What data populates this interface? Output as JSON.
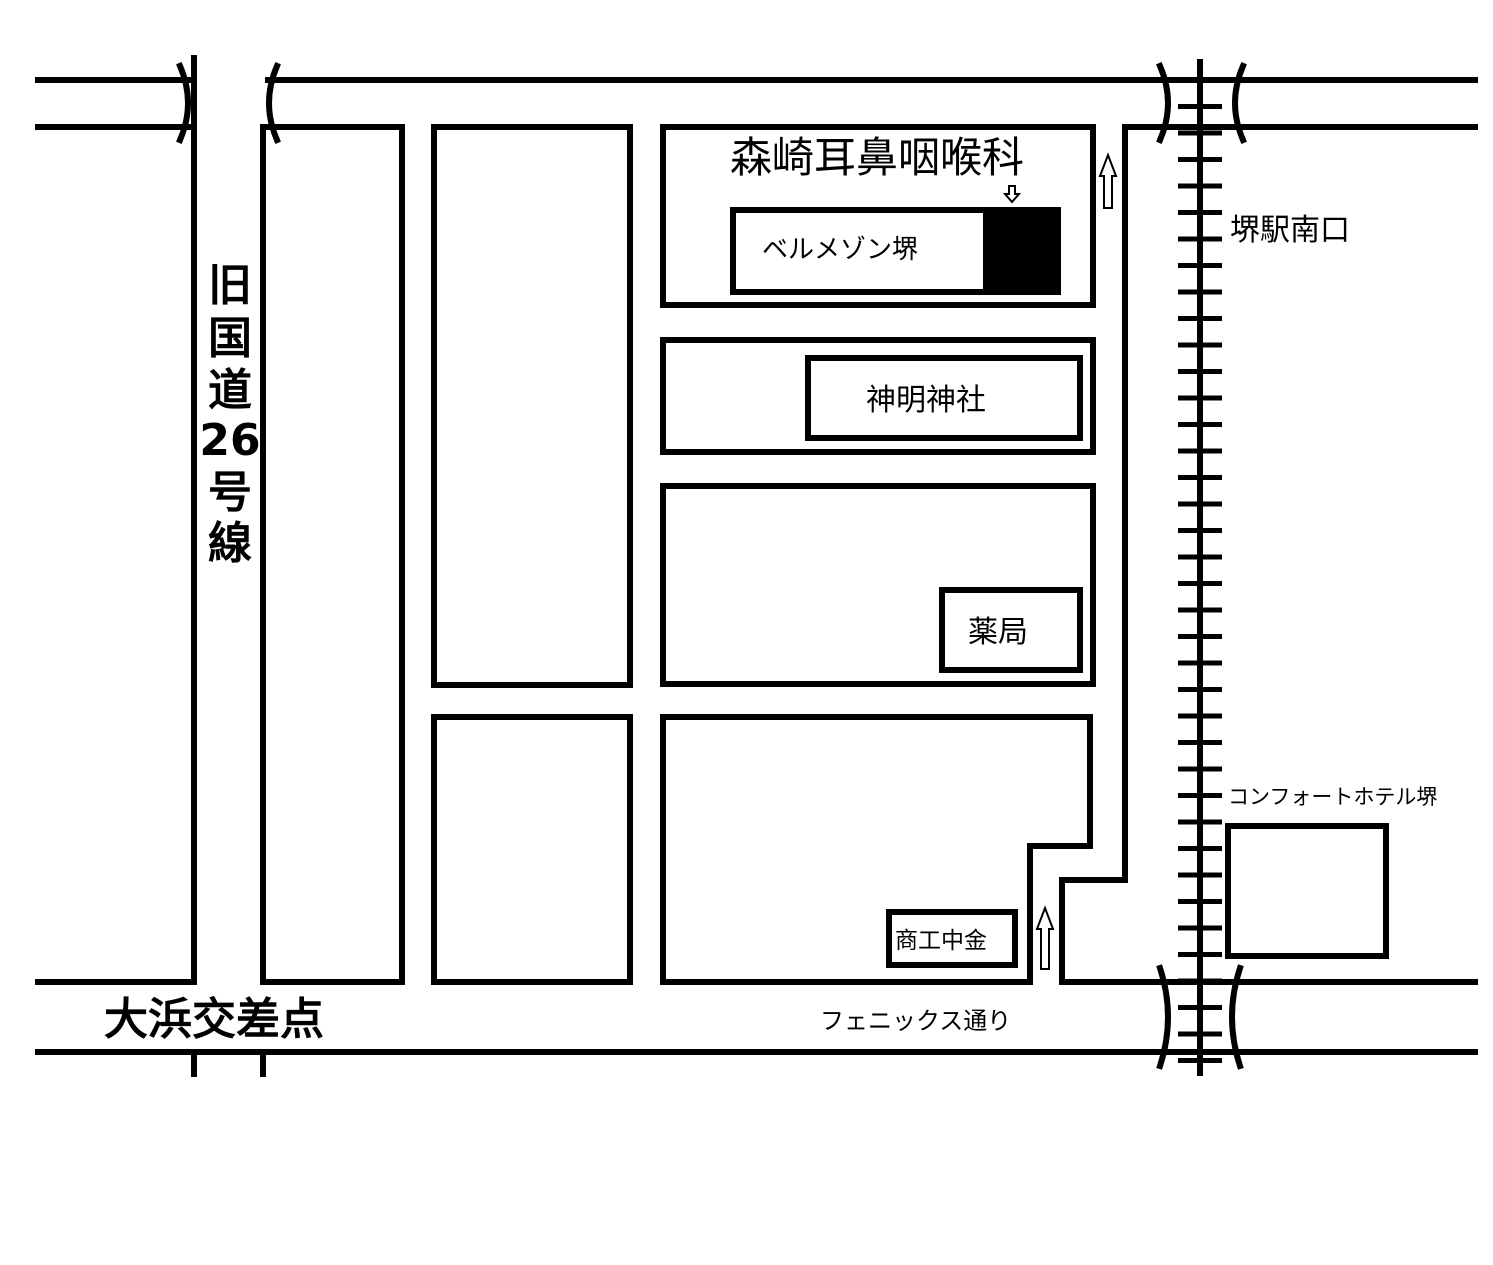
{
  "clinic": {
    "name": "森崎耳鼻咽喉科",
    "building": "ベルメゾン堺"
  },
  "landmarks": {
    "shrine": "神明神社",
    "pharmacy": "薬局",
    "bank": "商工中金",
    "hotel": "コンフォートホテル堺"
  },
  "roads": {
    "old_route": {
      "chars": [
        "旧",
        "国",
        "道",
        "26",
        "号",
        "線"
      ]
    },
    "intersection": "大浜交差点",
    "phoenix": "フェニックス通り"
  },
  "station": "堺駅南口",
  "colors": {
    "line": "#000000",
    "marker": "#000000",
    "background": "#ffffff"
  }
}
